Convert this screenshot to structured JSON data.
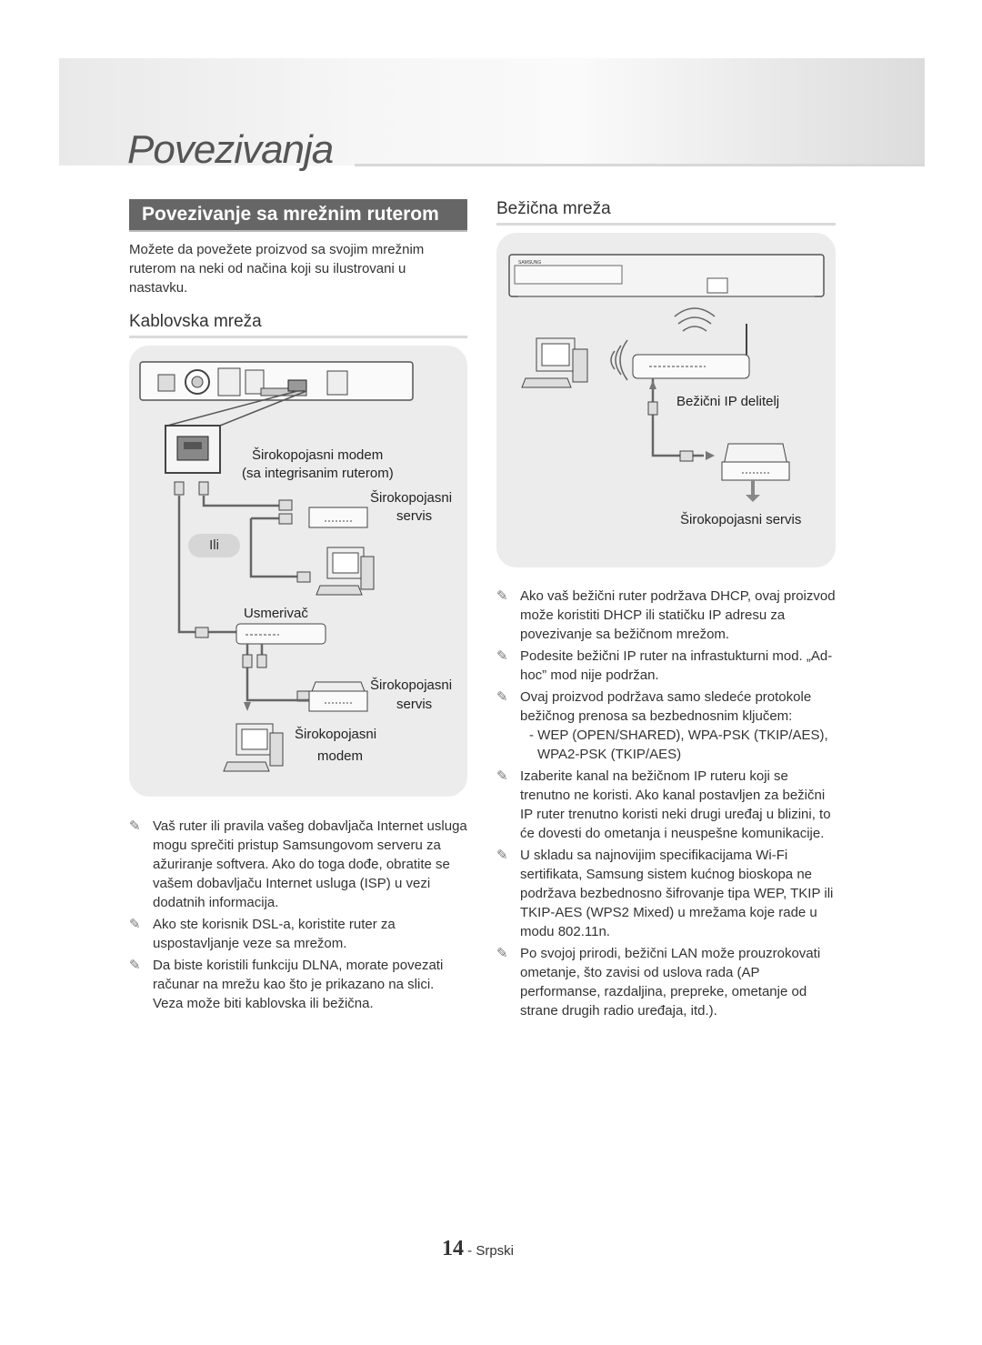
{
  "page": {
    "title": "Povezivanja",
    "section_title": "Povezivanje sa mrežnim ruterom",
    "intro": "Možete da povežete proizvod sa svojim mrežnim ruterom na neki od načina koji su ilustrovani u nastavku."
  },
  "wired": {
    "heading": "Kablovska mreža",
    "labels": {
      "modem_router": "Širokopojasni modem",
      "modem_router_2": "(sa integrisanim ruterom)",
      "service_1a": "Širokopojasni",
      "service_1b": "servis",
      "or": "Ili",
      "router": "Usmerivač",
      "service_2a": "Širokopojasni",
      "service_2b": "servis",
      "modem_a": "Širokopojasni",
      "modem_b": "modem"
    },
    "notes": [
      "Vaš ruter ili pravila vašeg dobavljača Internet usluga mogu sprečiti pristup Samsungovom serveru za ažuriranje softvera. Ako do toga dođe, obratite se vašem dobavljaču Internet usluga (ISP) u vezi dodatnih informacija.",
      "Ako ste korisnik DSL-a, koristite ruter za uspostavljanje veze sa mrežom.",
      "Da biste koristili funkciju DLNA, morate povezati računar na mrežu kao što je prikazano na slici. Veza može biti kablovska ili bežična."
    ]
  },
  "wireless": {
    "heading": "Bežična mreža",
    "labels": {
      "ip_sharer": "Bežični IP delitelj",
      "service": "Širokopojasni servis",
      "brand": "SAMSUNG"
    },
    "notes": [
      "Ako vaš bežični ruter podržava DHCP, ovaj proizvod može koristiti DHCP ili statičku IP adresu za povezivanje sa bežičnom mrežom.",
      "Podesite bežični IP ruter na infrastukturni mod. „Ad-hoc” mod nije podržan.",
      "Ovaj proizvod podržava samo sledeće protokole bežičnog prenosa sa bezbednosnim ključem:"
    ],
    "sub_items": [
      "-  WEP (OPEN/SHARED), WPA-PSK (TKIP/AES),",
      "WPA2-PSK (TKIP/AES)"
    ],
    "notes_2": [
      "Izaberite kanal na bežičnom IP ruteru koji se trenutno ne koristi. Ako kanal postavljen za bežični IP ruter trenutno koristi neki drugi uređaj u blizini, to će dovesti do ometanja i neuspešne komunikacije.",
      "U skladu sa najnovijim specifikacijama Wi-Fi sertifikata, Samsung sistem kućnog bioskopa ne podržava bezbednosno šifrovanje tipa WEP, TKIP ili TKIP-AES (WPS2 Mixed) u mrežama koje rade u modu 802.11n.",
      "Po svojoj prirodi, bežični LAN može prouzrokovati ometanje, što zavisi od uslova rada (AP performanse, razdaljina, prepreke, ometanje od strane drugih radio uređaja, itd.)."
    ]
  },
  "footer": {
    "page_number": "14",
    "separator": "-",
    "language": "Srpski"
  },
  "icons": {
    "note": "pencil-icon"
  }
}
